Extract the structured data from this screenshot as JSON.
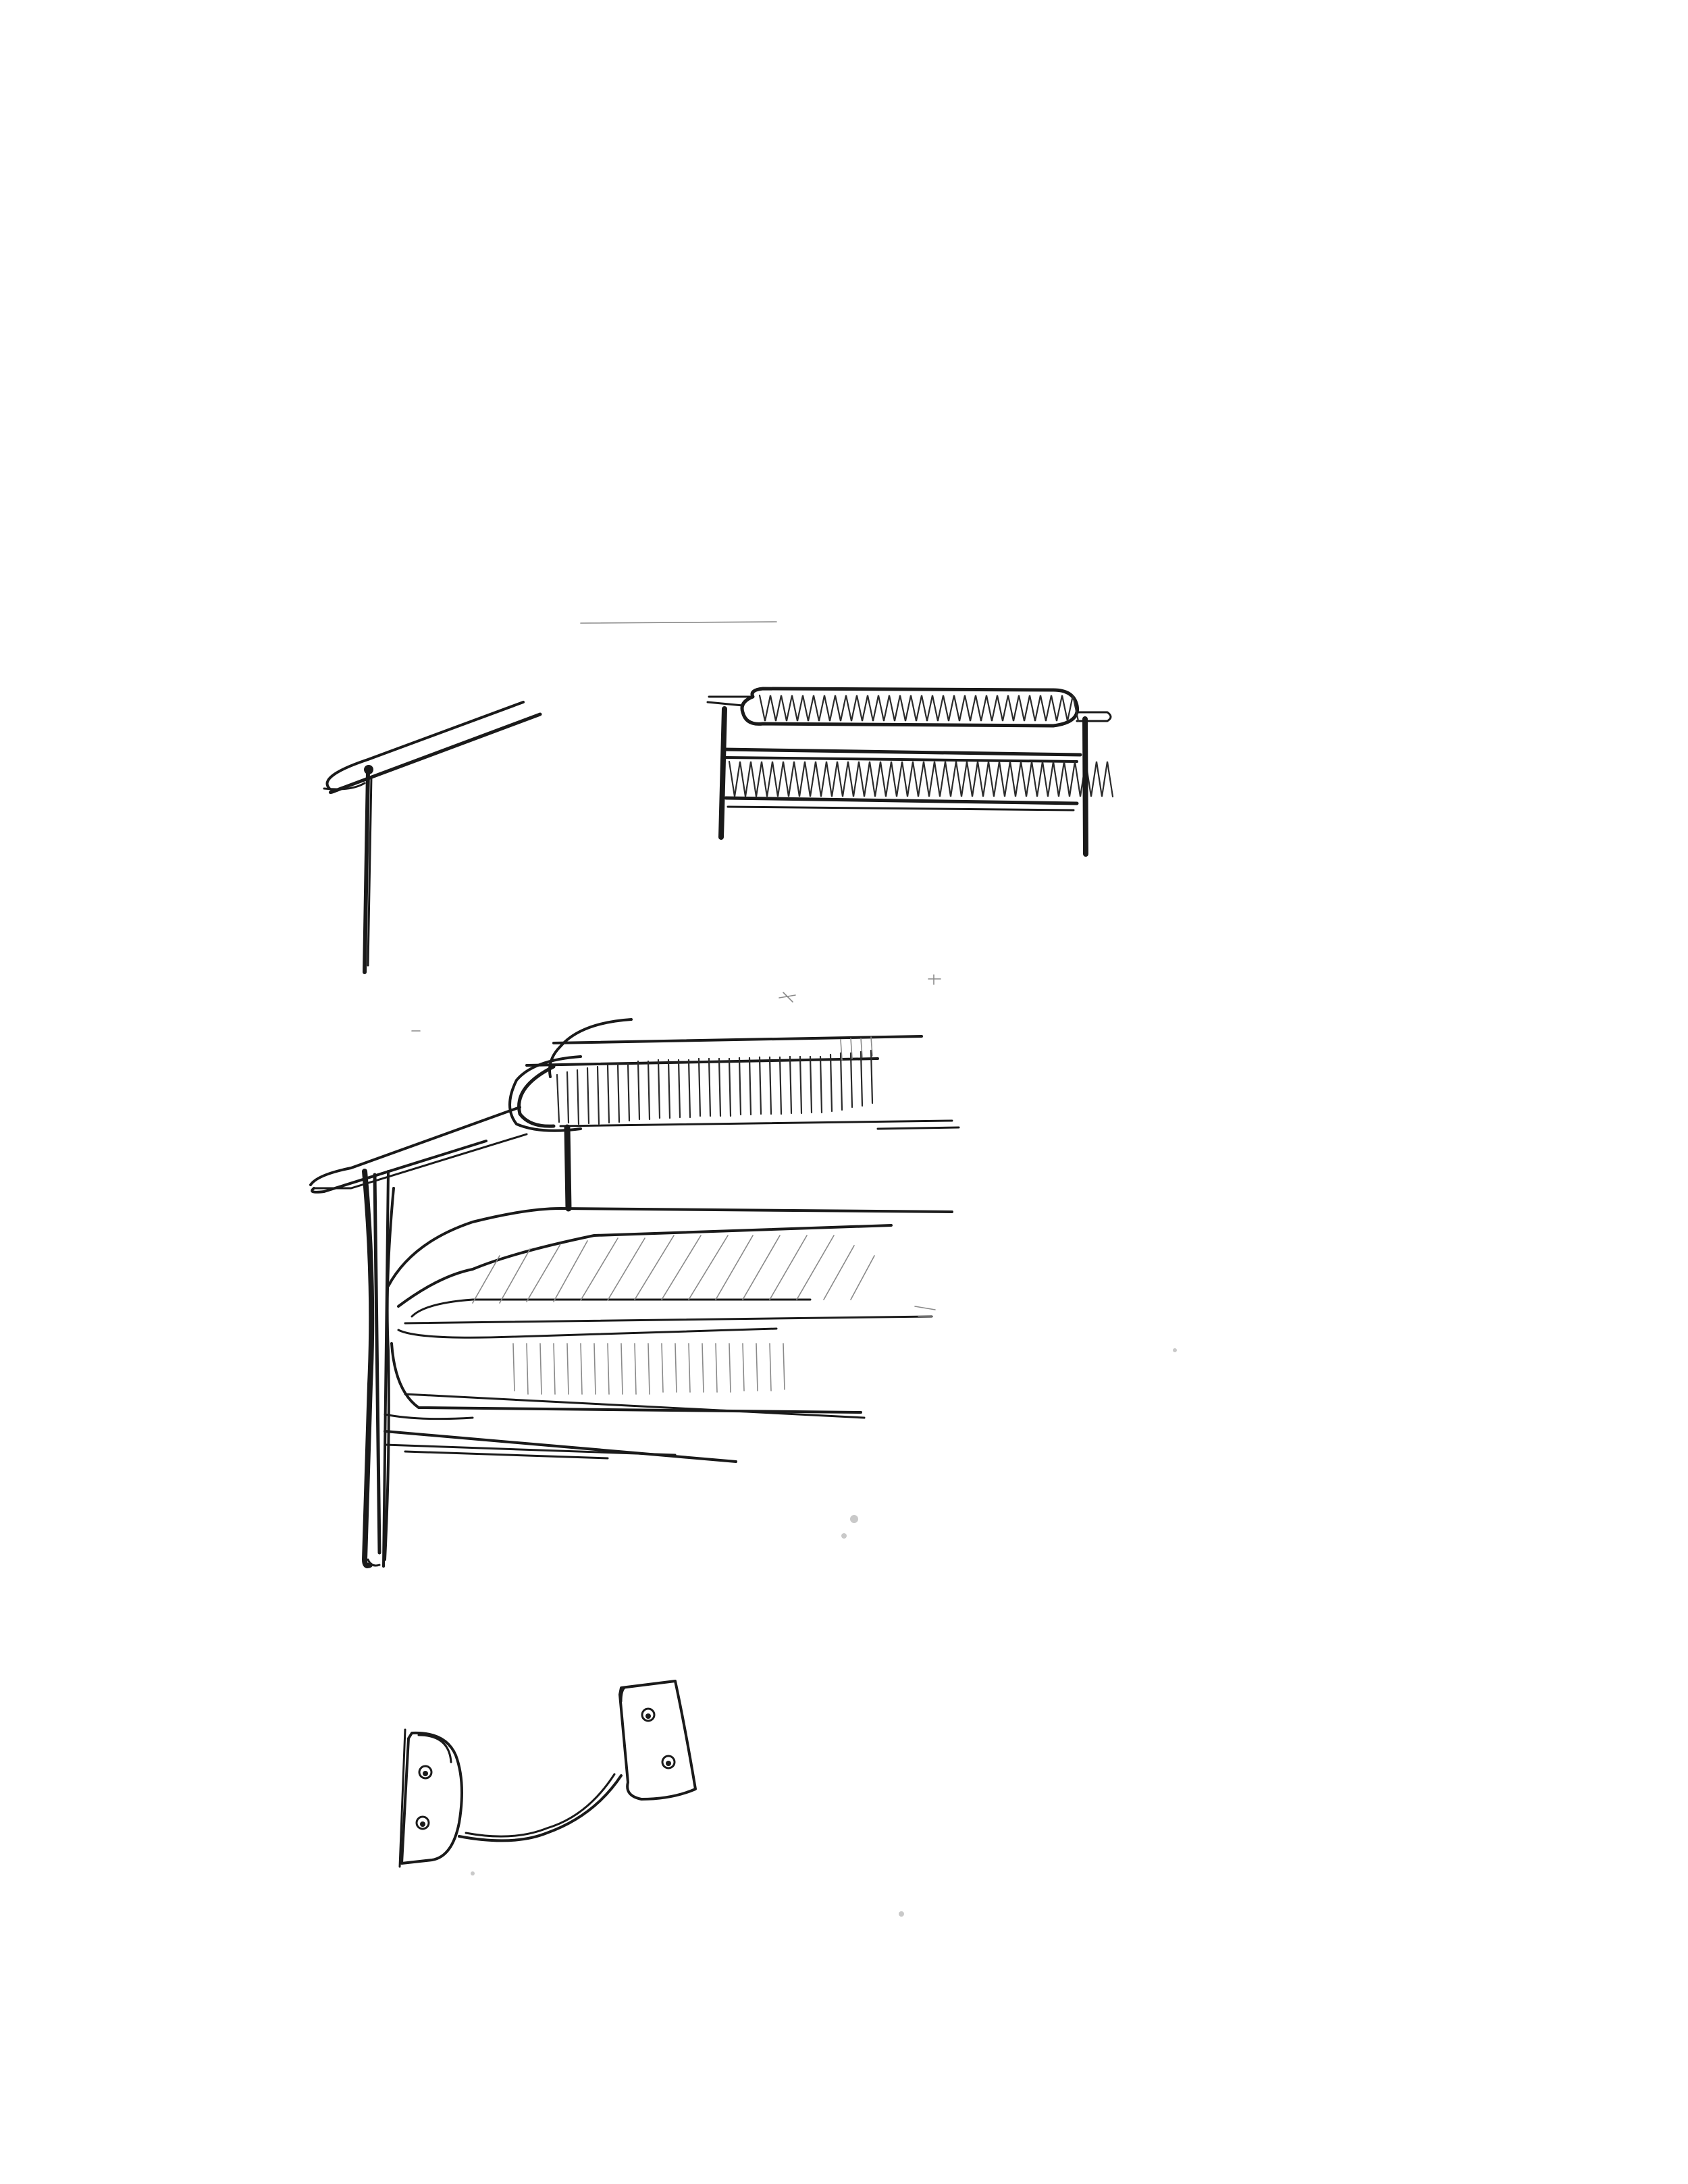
{
  "page": {
    "background": "#ffffff",
    "ink_color": "#1a1a1a"
  },
  "sketches": [
    {
      "name": "armrest-side-profile-sketch"
    },
    {
      "name": "backrest-frame-front-sketch"
    },
    {
      "name": "sofa-armrest-perspective-sketch"
    },
    {
      "name": "leg-bracket-detail-sketch"
    }
  ]
}
